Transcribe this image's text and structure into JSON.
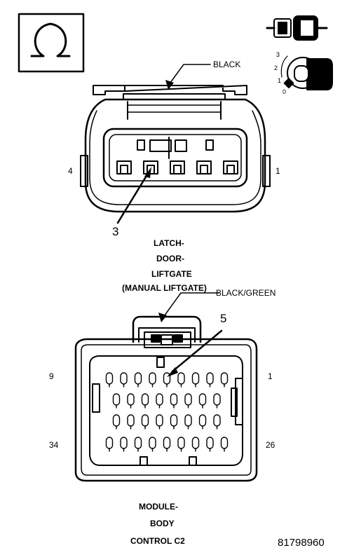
{
  "legend": {
    "ohm_symbol": "Ω",
    "icons": [
      "ohm-icon",
      "connector-icon",
      "ignition-key-icon"
    ],
    "ignition_positions": [
      "3",
      "2",
      "1",
      "0"
    ],
    "key_label": "0"
  },
  "connector_top": {
    "color_label": "BLACK",
    "pin_left": "4",
    "pin_right": "1",
    "callout": "3",
    "name_lines": [
      "LATCH-",
      "DOOR-",
      "LIFTGATE",
      "(MANUAL LIFTGATE)"
    ]
  },
  "connector_bottom": {
    "color_label": "BLACK/GREEN",
    "callout": "5",
    "pin_top_left": "9",
    "pin_top_right": "1",
    "pin_bottom_left": "34",
    "pin_bottom_right": "26",
    "name_lines": [
      "MODULE-",
      "BODY",
      "CONTROL C2"
    ]
  },
  "figure_id": "81798960"
}
